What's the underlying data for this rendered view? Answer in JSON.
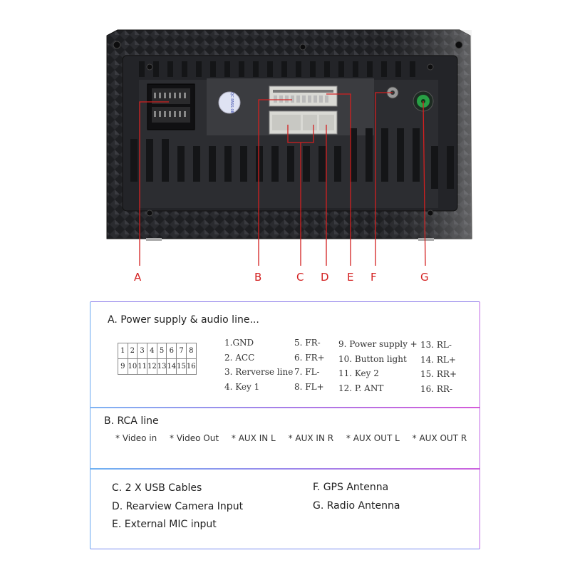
{
  "callouts": [
    {
      "id": "A",
      "label": "A"
    },
    {
      "id": "B",
      "label": "B"
    },
    {
      "id": "C",
      "label": "C"
    },
    {
      "id": "D",
      "label": "D"
    },
    {
      "id": "E",
      "label": "E"
    },
    {
      "id": "F",
      "label": "F"
    },
    {
      "id": "G",
      "label": "G"
    }
  ],
  "device_sticker": "QC PASS 08",
  "callout_color": "#d32020",
  "section_a": {
    "title": "A. Power supply & audio line...",
    "pin_grid_top": [
      "1",
      "2",
      "3",
      "4",
      "5",
      "6",
      "7",
      "8"
    ],
    "pin_grid_bottom": [
      "9",
      "10",
      "11",
      "12",
      "13",
      "14",
      "15",
      "16"
    ],
    "col1": [
      "1.GND",
      "2. ACC",
      "3. Rerverse line",
      "4. Key 1"
    ],
    "col2": [
      "5. FR-",
      "6. FR+",
      "7. FL-",
      "8. FL+"
    ],
    "col3": [
      "9. Power supply +",
      "10. Button light",
      "11. Key 2",
      "12. P. ANT"
    ],
    "col4": [
      "13. RL-",
      "14. RL+",
      "15. RR+",
      "16. RR-"
    ]
  },
  "section_b": {
    "title": "B. RCA line",
    "items": [
      "* Video in",
      "* Video Out",
      "* AUX IN L",
      "* AUX IN R",
      "* AUX OUT L",
      "* AUX OUT R"
    ]
  },
  "section_c": {
    "left": [
      "C. 2 X USB Cables",
      "D. Rearview Camera Input",
      "E. External MIC input"
    ],
    "right": [
      "F. GPS Antenna",
      "G. Radio Antenna"
    ]
  }
}
